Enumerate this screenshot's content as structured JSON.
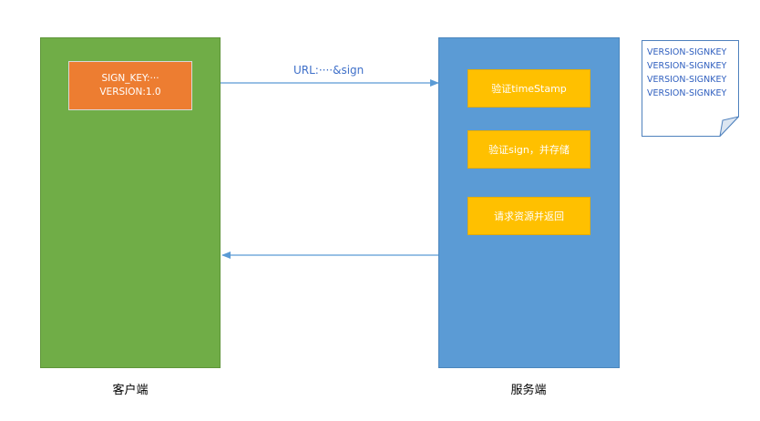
{
  "client": {
    "label": "客户端",
    "box_line1": "SIGN_KEY:···",
    "box_line2": "VERSION:1.0"
  },
  "server": {
    "label": "服务端",
    "steps": [
      {
        "label": "验证timeStamp"
      },
      {
        "label": "验证sign，并存储"
      },
      {
        "label": "请求资源并返回"
      }
    ]
  },
  "request_arrow": {
    "label": "URL:····&sign"
  },
  "document": {
    "lines": [
      "VERSION-SIGNKEY",
      "VERSION-SIGNKEY",
      "VERSION-SIGNKEY",
      "VERSION-SIGNKEY"
    ]
  },
  "colors": {
    "client_panel": "#70ad47",
    "client_box": "#ed7d31",
    "server_panel": "#5b9bd5",
    "step_box": "#ffc000",
    "arrow": "#5b9bd5",
    "document_text": "#2f5fbf"
  }
}
